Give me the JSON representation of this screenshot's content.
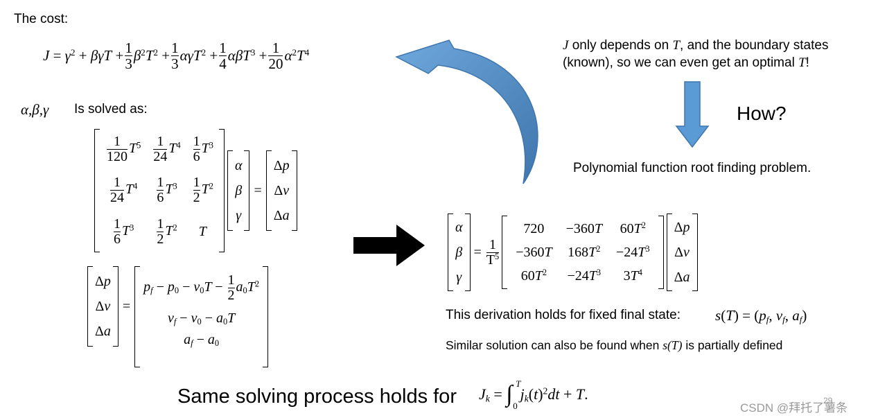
{
  "cost": {
    "title": "The cost:"
  },
  "abg": {
    "label": "α,β,γ",
    "text": "Is solved as:"
  },
  "right": {
    "note_line1_pre": "J",
    "note_line1_mid": " only depends on ",
    "note_line1_T": "T",
    "note_line1_post": ", and the boundary states",
    "note_line2_pre": "(known), so we can even get an optimal ",
    "note_line2_T": "T",
    "note_line2_post": "!",
    "how": "How?",
    "poly": "Polynomial function root finding problem."
  },
  "bottom_right": {
    "fixed": "This derivation holds for fixed final state:",
    "similar_pre": "Similar solution can also be found when ",
    "similar_sT": "s(T)",
    "similar_post": " is partially defined"
  },
  "footer": {
    "same": "Same solving process holds for",
    "watermark": "CSDN @拜托了薯条",
    "page": "29"
  },
  "colors": {
    "arrow_blue": "#5b9bd5",
    "arrow_blue_dark": "#3f76ad",
    "black": "#000000",
    "watermark": "#9a9a9a"
  }
}
